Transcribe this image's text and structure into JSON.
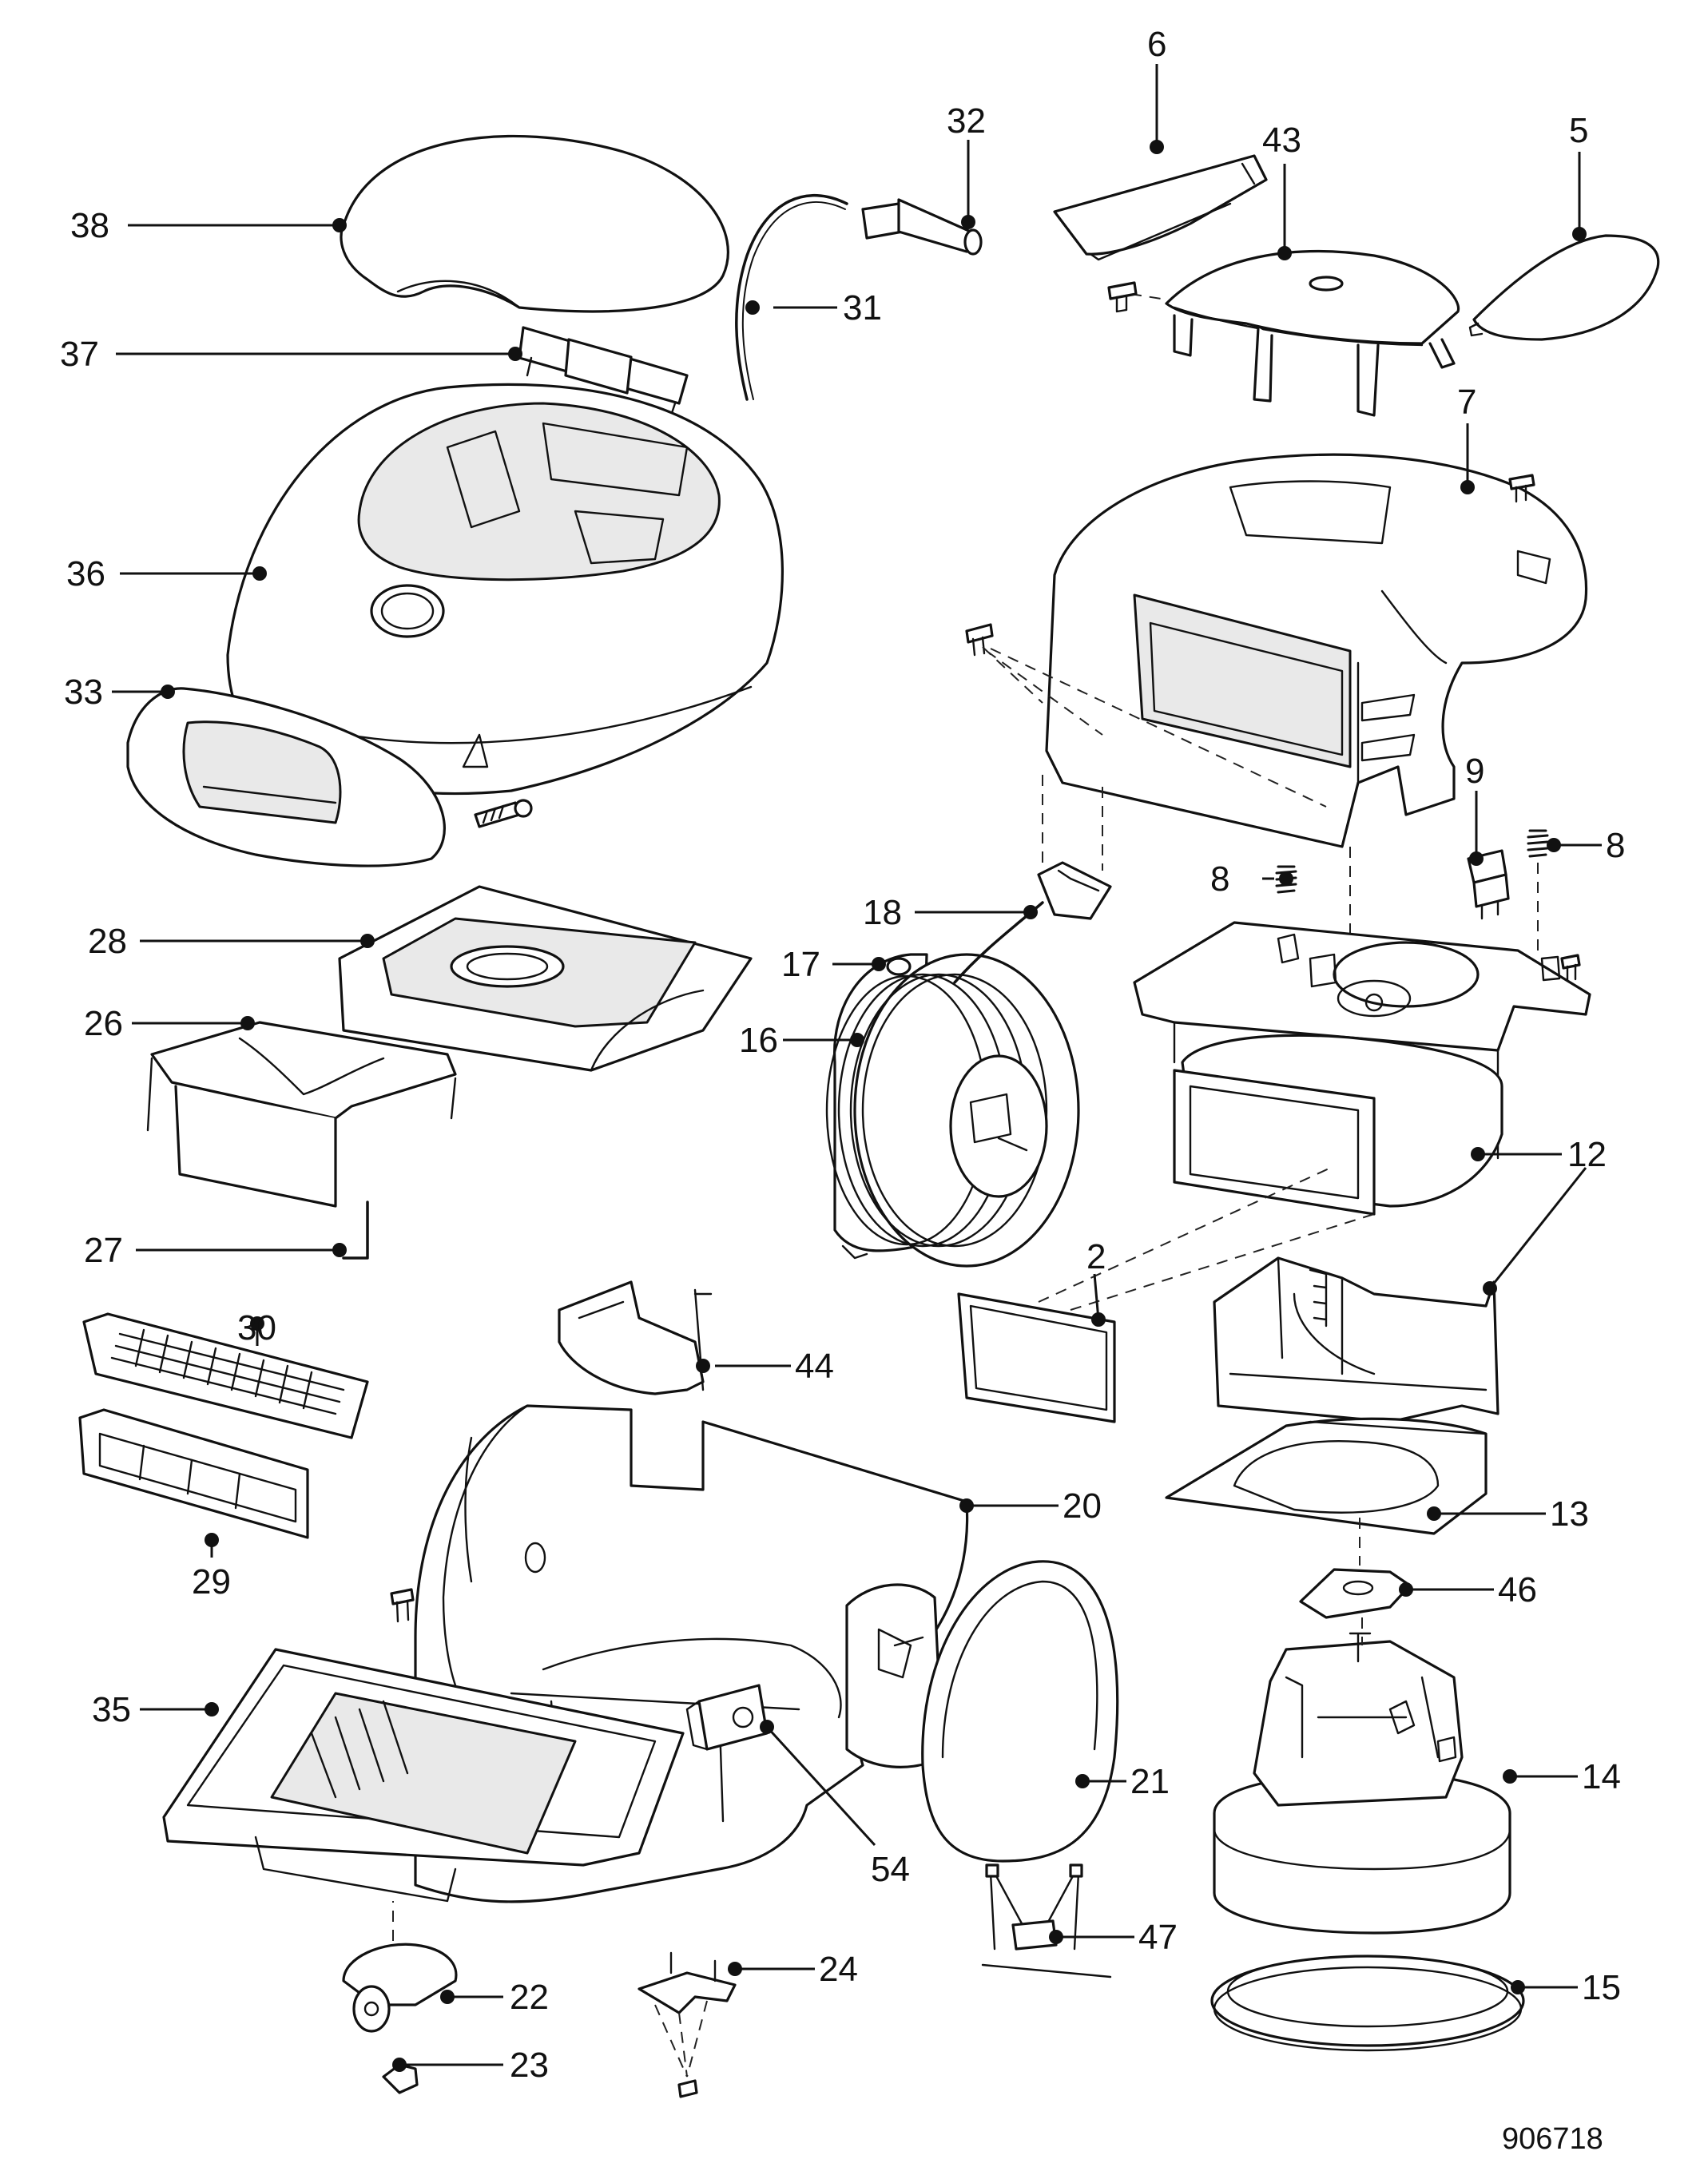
{
  "document": {
    "reference_code": "906718"
  },
  "callouts": [
    {
      "id": "38",
      "text": "38"
    },
    {
      "id": "37",
      "text": "37"
    },
    {
      "id": "36",
      "text": "36"
    },
    {
      "id": "33",
      "text": "33"
    },
    {
      "id": "32",
      "text": "32"
    },
    {
      "id": "31",
      "text": "31"
    },
    {
      "id": "6",
      "text": "6"
    },
    {
      "id": "43",
      "text": "43"
    },
    {
      "id": "5",
      "text": "5"
    },
    {
      "id": "7",
      "text": "7"
    },
    {
      "id": "9",
      "text": "9"
    },
    {
      "id": "8a",
      "text": "8"
    },
    {
      "id": "8b",
      "text": "8"
    },
    {
      "id": "28",
      "text": "28"
    },
    {
      "id": "26",
      "text": "26"
    },
    {
      "id": "27",
      "text": "27"
    },
    {
      "id": "18",
      "text": "18"
    },
    {
      "id": "17",
      "text": "17"
    },
    {
      "id": "16",
      "text": "16"
    },
    {
      "id": "12",
      "text": "12"
    },
    {
      "id": "2",
      "text": "2"
    },
    {
      "id": "30",
      "text": "30"
    },
    {
      "id": "29",
      "text": "29"
    },
    {
      "id": "44",
      "text": "44"
    },
    {
      "id": "20",
      "text": "20"
    },
    {
      "id": "13",
      "text": "13"
    },
    {
      "id": "46",
      "text": "46"
    },
    {
      "id": "35",
      "text": "35"
    },
    {
      "id": "21",
      "text": "21"
    },
    {
      "id": "14",
      "text": "14"
    },
    {
      "id": "54",
      "text": "54"
    },
    {
      "id": "22",
      "text": "22"
    },
    {
      "id": "24",
      "text": "24"
    },
    {
      "id": "47",
      "text": "47"
    },
    {
      "id": "15",
      "text": "15"
    },
    {
      "id": "23",
      "text": "23"
    }
  ]
}
